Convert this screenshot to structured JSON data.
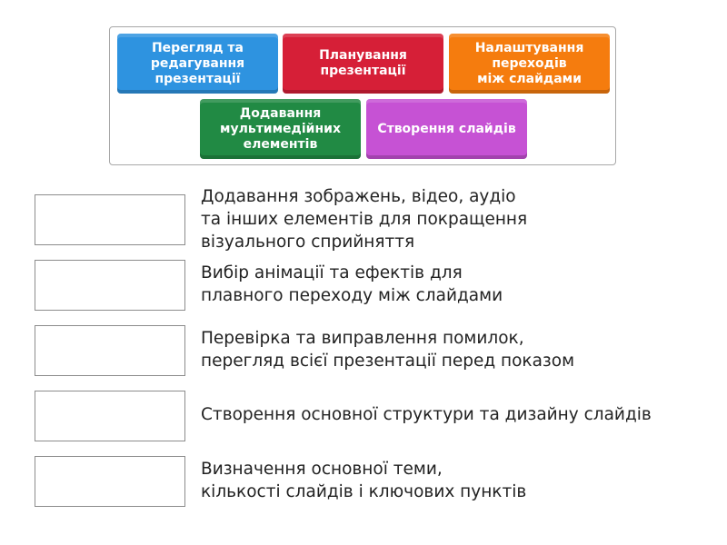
{
  "tiles": [
    {
      "label": "Перегляд та\nредагування\nпрезентації",
      "color": "#2e93e0"
    },
    {
      "label": "Планування\nпрезентації",
      "color": "#d61f37"
    },
    {
      "label": "Налаштування\nпереходів\nміж слайдами",
      "color": "#f57c0e"
    },
    {
      "label": "Додавання\nмультимедійних\nелементів",
      "color": "#218a44"
    },
    {
      "label": "Створення слайдів",
      "color": "#c652d4"
    }
  ],
  "rows": [
    {
      "text": "Додавання зображень, відео, аудіо\nта інших елементів для покращення\nвізуального сприйняття"
    },
    {
      "text": "Вибір анімації та ефектів для\nплавного переходу між слайдами"
    },
    {
      "text": "Перевірка та виправлення помилок,\nперегляд всієї презентації перед показом"
    },
    {
      "text": "Створення основної структури та дизайну слайдів"
    },
    {
      "text": "Визначення основної теми,\nкількості слайдів і ключових пунктів"
    }
  ]
}
